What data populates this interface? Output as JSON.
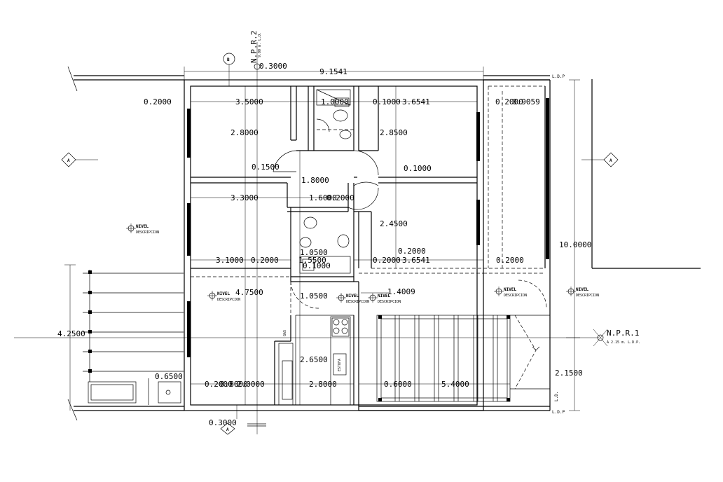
{
  "dimensions": {
    "overall_width": "9.1541",
    "overall_depth": "10.0000",
    "side_depth": "4.2500",
    "right_lower": "2.1500",
    "top_small": "0.3000",
    "bottom_small": "0.3000",
    "left_margin": "0.2000",
    "r1_width": "3.5000",
    "r1_depth": "2.8000",
    "bath_top": "1.0000",
    "bath_top2": "0.1000",
    "r2_width": "3.6541",
    "right_strip": "0.2000",
    "right_strip2": "0.9059",
    "r2_depth": "2.8500",
    "wall_15": "0.1500",
    "hall_width": "1.8000",
    "wall_10": "0.1000",
    "r3_width": "3.3000",
    "hall_160": "1.6000",
    "hall_020": "0.2000",
    "r4_depth": "2.4500",
    "liv_width": "3.1000",
    "liv_wall": "0.2000",
    "bath2_w": "1.0500",
    "bath2_h": "1.5500",
    "bath2_x": "0.1000",
    "bath3_w": "0.2000",
    "r4_width": "3.6541",
    "r4_left": "0.2000",
    "r4_right": "0.2000",
    "liv_depth": "4.7500",
    "door_105": "1.0500",
    "hall2": "1.4009",
    "kitchen_depth": "2.6500",
    "ter_065": "0.6500",
    "b_020": "0.2000",
    "b_080": "0.8000",
    "b_060": "0.6000",
    "b_200": "2.0000",
    "kitchen_w": "2.8000",
    "car_060": "0.6000",
    "car_540": "5.4000"
  },
  "labels": {
    "ldp_top": "L.D.P",
    "ldp_bottom": "L.D.P",
    "ld_right": "L.D.",
    "npr1": "N.P.R.1",
    "npr1_sub": "A 2.15 m. L.D.P.",
    "npr2": "N.P.R.2",
    "npr2_sub": "9.00 m. L.D.",
    "axis_a": "A",
    "axis_b": "B",
    "nivel": "NIVEL",
    "nivel_sub": "DESCRIPCION",
    "gas": "GAS",
    "estufa": "ESTUFA"
  },
  "colors": {
    "line": "#000000",
    "background": "#ffffff"
  }
}
